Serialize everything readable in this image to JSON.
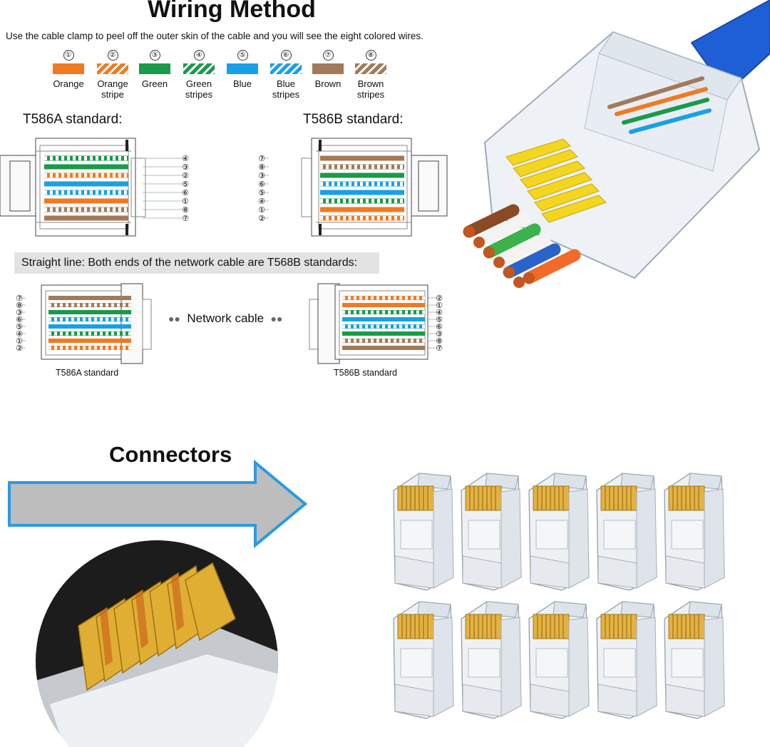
{
  "title": "Wiring Method",
  "intro": "Use the cable clamp to peel off the outer skin of the cable and you will see the eight colored wires.",
  "wires": [
    {
      "num": "①",
      "label1": "Orange",
      "label2": "",
      "color": "#f07a22",
      "striped": false
    },
    {
      "num": "②",
      "label1": "Orange",
      "label2": "stripe",
      "color": "#f07a22",
      "striped": true
    },
    {
      "num": "③",
      "label1": "Green",
      "label2": "",
      "color": "#1a9a4a",
      "striped": false
    },
    {
      "num": "④",
      "label1": "Green",
      "label2": "stripes",
      "color": "#1a9a4a",
      "striped": true
    },
    {
      "num": "⑤",
      "label1": "Blue",
      "label2": "",
      "color": "#1aa0e6",
      "striped": false
    },
    {
      "num": "⑥",
      "label1": "Blue",
      "label2": "stripes",
      "color": "#1aa0e6",
      "striped": true
    },
    {
      "num": "⑦",
      "label1": "Brown",
      "label2": "",
      "color": "#a27a5a",
      "striped": false
    },
    {
      "num": "⑧",
      "label1": "Brown",
      "label2": "stripes",
      "color": "#a27a5a",
      "striped": true
    }
  ],
  "t568a": {
    "label": "T586A standard:",
    "order": [
      "④",
      "③",
      "②",
      "⑤",
      "⑥",
      "①",
      "⑧",
      "⑦"
    ]
  },
  "t568b": {
    "label": "T586B standard:",
    "order": [
      "⑦",
      "⑧",
      "③",
      "⑥",
      "⑤",
      "④",
      "①",
      "②"
    ]
  },
  "straight_banner": "Straight line: Both ends of the network cable are T568B standards:",
  "straight_left": {
    "label": "T586A standard",
    "order": [
      "⑦",
      "⑧",
      "③",
      "⑥",
      "⑤",
      "④",
      "①",
      "②"
    ]
  },
  "straight_right": {
    "label": "T586B standard",
    "order": [
      "②",
      "①",
      "④",
      "⑤",
      "⑥",
      "③",
      "⑧",
      "⑦"
    ]
  },
  "network_cable_label": "Network cable",
  "connectors_title": "Connectors",
  "colors": {
    "cable_blue": "#1f5fd6",
    "arrow_fill": "#bdbdbd",
    "arrow_border": "#2a9be0",
    "gold": "#d9a52b",
    "yellow_contacts": "#f4d51f"
  }
}
